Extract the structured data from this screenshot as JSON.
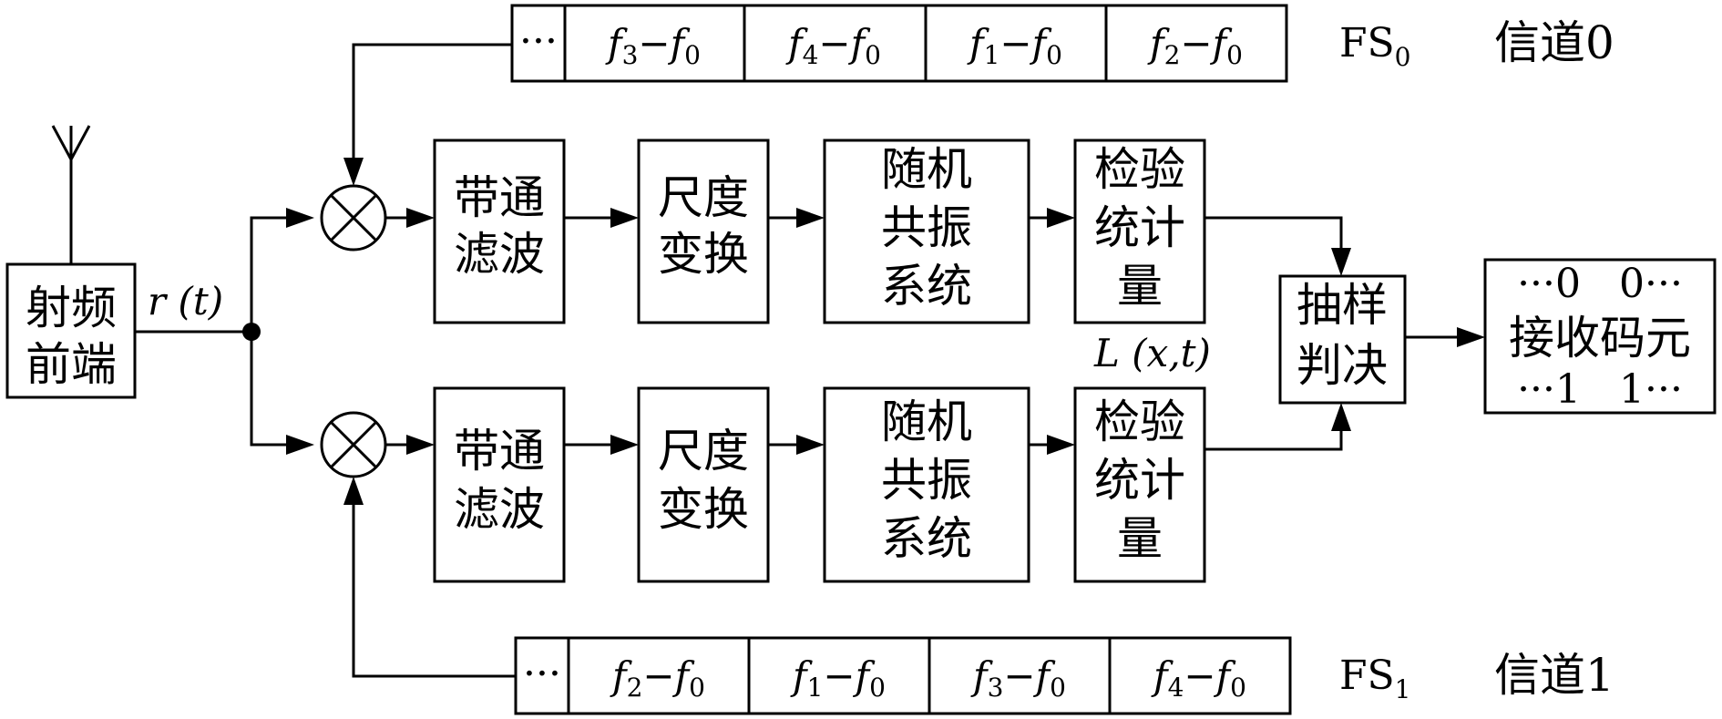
{
  "rf_frontend": [
    "射频",
    "前端"
  ],
  "signal_label": "r (t)",
  "stat_output_label": "L (x,t)",
  "channels": [
    {
      "sequence_lead": "···",
      "sequence": [
        {
          "f": "f",
          "i": "3",
          "r": "f",
          "ri": "0"
        },
        {
          "f": "f",
          "i": "4",
          "r": "f",
          "ri": "0"
        },
        {
          "f": "f",
          "i": "1",
          "r": "f",
          "ri": "0"
        },
        {
          "f": "f",
          "i": "2",
          "r": "f",
          "ri": "0"
        }
      ],
      "fs_label": "FS",
      "fs_sub": "0",
      "channel_label": "信道0"
    },
    {
      "sequence_lead": "···",
      "sequence": [
        {
          "f": "f",
          "i": "2",
          "r": "f",
          "ri": "0"
        },
        {
          "f": "f",
          "i": "1",
          "r": "f",
          "ri": "0"
        },
        {
          "f": "f",
          "i": "3",
          "r": "f",
          "ri": "0"
        },
        {
          "f": "f",
          "i": "4",
          "r": "f",
          "ri": "0"
        }
      ],
      "fs_label": "FS",
      "fs_sub": "1",
      "channel_label": "信道1"
    }
  ],
  "blocks": {
    "bandpass": [
      "带通",
      "滤波"
    ],
    "scale": [
      "尺度",
      "变换"
    ],
    "resonance": [
      "随机",
      "共振",
      "系统"
    ],
    "stat": [
      "检验",
      "统计",
      "量"
    ]
  },
  "decision": [
    "抽样",
    "判决"
  ],
  "output": {
    "top_row": "···0   0···",
    "label": "接收码元",
    "bottom_row": "···1   1···"
  }
}
